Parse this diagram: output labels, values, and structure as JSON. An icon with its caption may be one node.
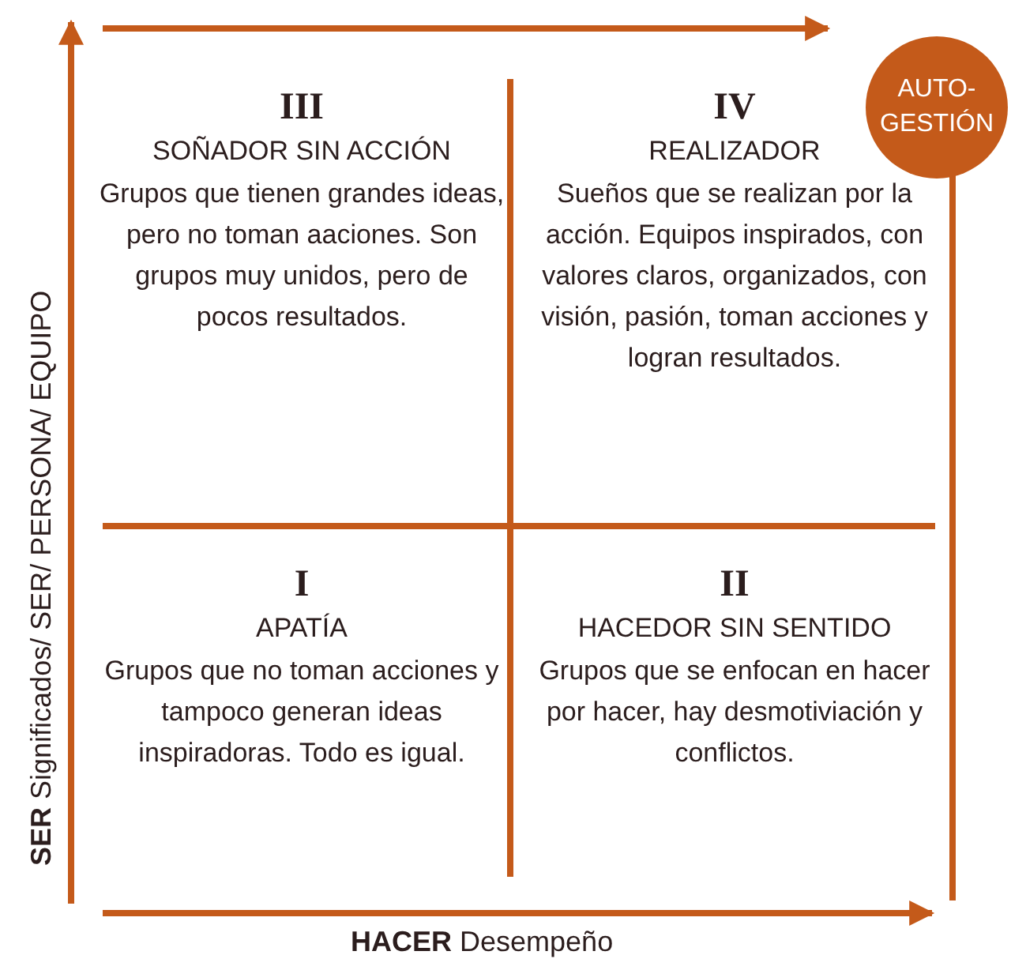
{
  "diagram": {
    "nodes": [
      {
        "text": [
          "III",
          "SOÑADOR SIN ACCIÓN",
          "Grupos que tienen grandes ideas, pero no toman aaciones. Son grupos muy unidos, pero de pocos resultados."
        ]
      },
      {
        "text": [
          "IV",
          "REALIZADOR",
          "Sueños que se realizan por la acción. Equipos inspirados, con valores claros, organizados, con visión, pasión, toman acciones y logran resultados."
        ]
      },
      {
        "text": [
          "I",
          "APATÍA",
          "Grupos que no toman acciones y tampoco generan ideas inspiradoras. Todo es igual."
        ]
      },
      {
        "text": [
          "II",
          "HACEDOR SIN SENTIDO",
          "Grupos que se enfocan en hacer por hacer, hay desmotiviación y conflictos."
        ]
      },
      {
        "text": [
          "AUTO-GESTIÓN"
        ]
      }
    ],
    "labels": [
      "**SER** Significados/ SER/ PERSONA/ EQUIPO",
      "**HACER** Desempeño"
    ]
  }
}
